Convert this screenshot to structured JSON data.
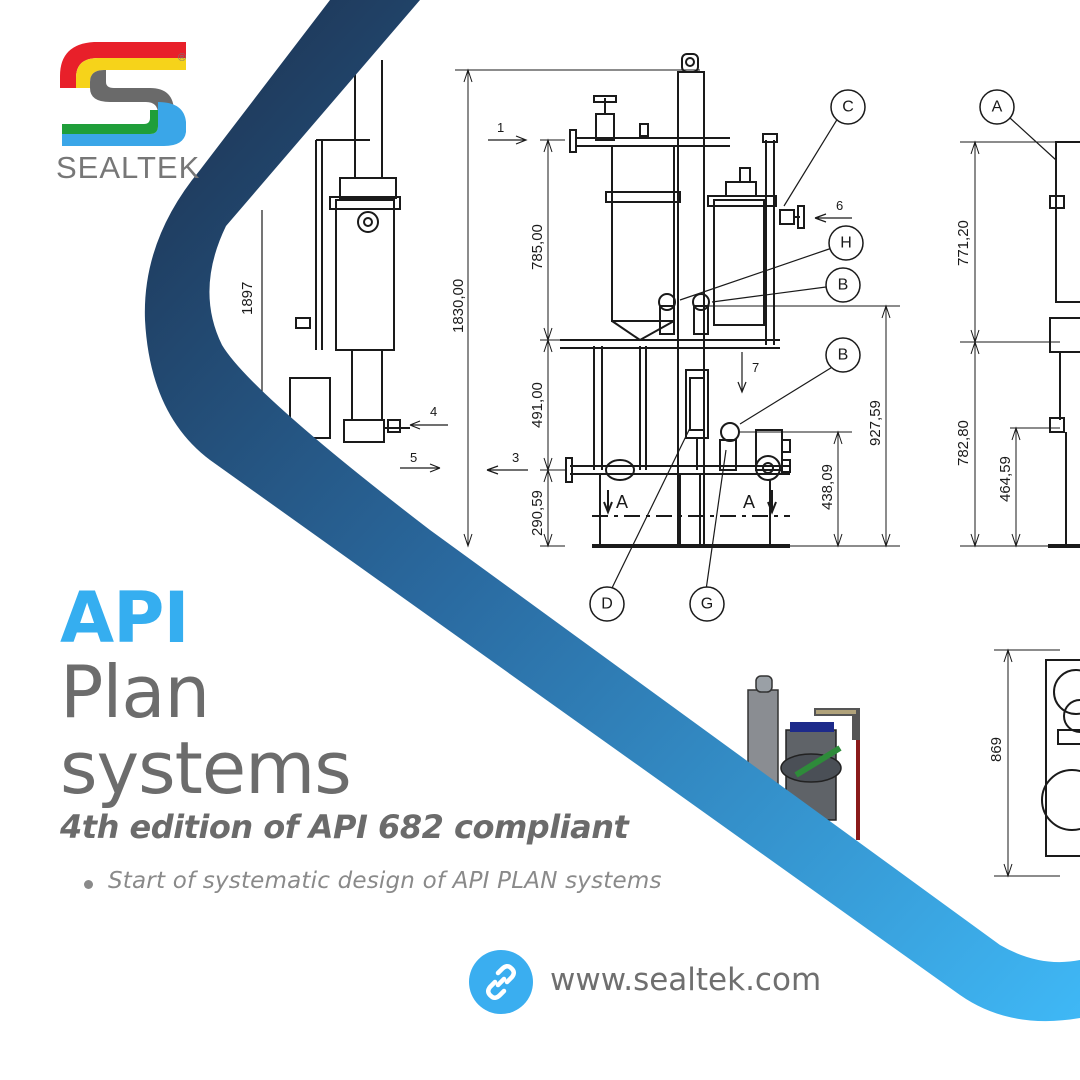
{
  "brand": {
    "name": "SEALTEK",
    "registered_mark": "®",
    "logo_colors": [
      "#e8202a",
      "#f6d31a",
      "#1f9e3a",
      "#3aa6e8",
      "#6a6a6a"
    ]
  },
  "headline": {
    "line1": "API",
    "line2": "Plan",
    "line3": "systems"
  },
  "subtitle": "4th edition of API 682 compliant",
  "bullets": [
    "Start of systematic design of API PLAN systems"
  ],
  "footer": {
    "link_icon": "link-icon",
    "website": "www.sealtek.com"
  },
  "drawing": {
    "dimensions": [
      "1897",
      "1830,00",
      "785,00",
      "491,00",
      "290,59",
      "927,59",
      "438,09",
      "771,20",
      "782,80",
      "464,59",
      "869"
    ],
    "callouts": [
      "C",
      "H",
      "B",
      "B",
      "D",
      "G",
      "A"
    ],
    "flow_markers": [
      "1",
      "3",
      "4",
      "5",
      "6",
      "7"
    ],
    "section_markers": [
      "A",
      "A"
    ]
  },
  "colors": {
    "accent_blue": "#35aef0",
    "band_dark": "#1d3250",
    "band_light": "#3fb6f5",
    "text_gray": "#6c6c6c"
  }
}
